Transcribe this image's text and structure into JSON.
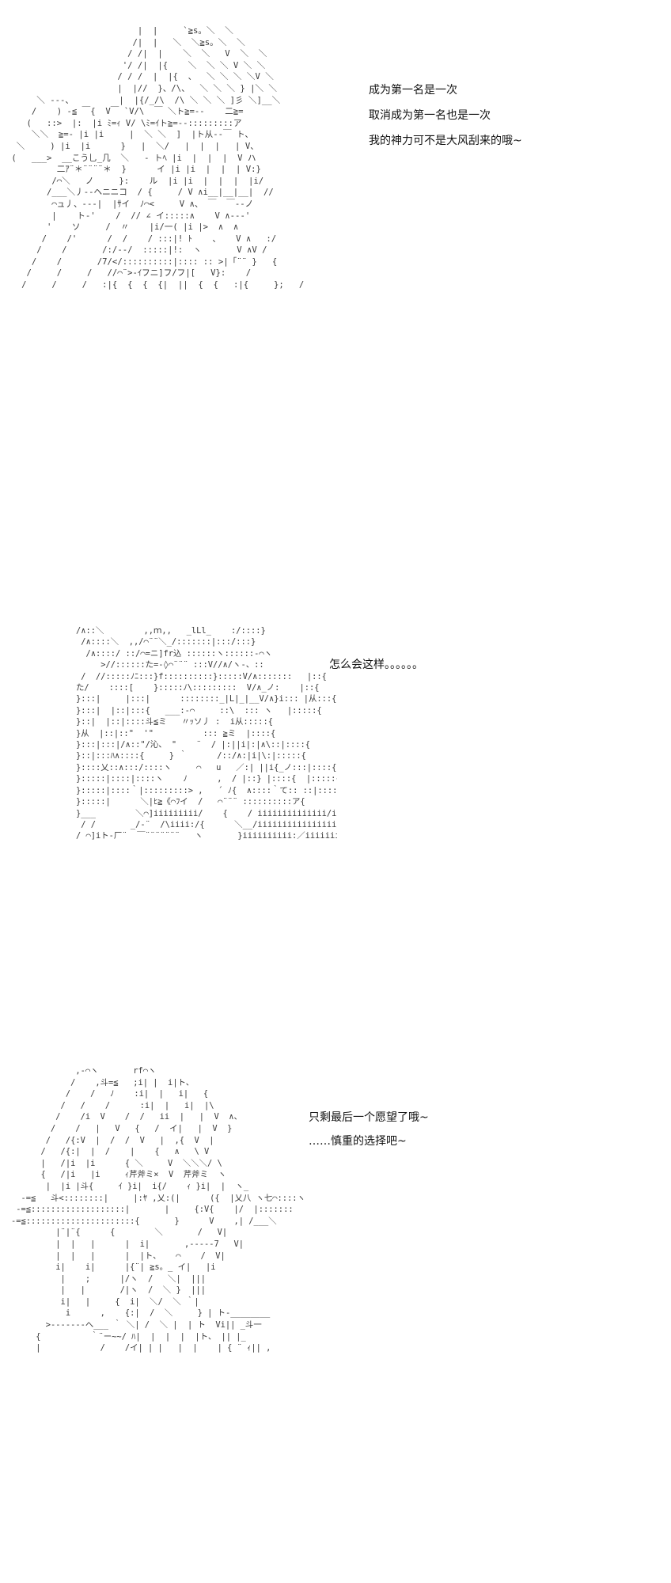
{
  "panels": [
    {
      "art": [
        "                          |  |     `≧s。＼  ＼",
        "                         /|  |   ＼  ＼≧s。＼  ＼",
        "                        / /|  |    ＼  ＼   V  ＼  ＼",
        "                       '/ /|  |{    ＼  ＼ ＼ V ＼ ＼",
        "                      / / /  |  |{  、  ＼ ＼ ＼ ＼V ＼",
        "                      |  |//  }、/\\、  ＼ ＼ ＼ } |＼ ＼",
        "      ＼ ---、         |  |{/_/\\  /\\ ＼ ＼ ＼ ]彡 ＼]__＼",
        "     /    ) -≦ ￣{  V￣ `V/\\  ￣ ＼ト≧=--    二≧=",
        "    (   ::>  |:  |i ﾐ=ｨ V/ \\ﾐ=ｲト≧=--:::::::::ア",
        "     ＼＼  ≧=- |i |i     |  ＼ ＼  ]  |ト从--￣ ト、",
        "  ＼     ) |i  |i      }   |  ＼/   |  |  |   | V、",
        " (   ___>  __こう乚_几  ＼   - トﾍ |i  |  |  |  V ハ",
        "          二ｱ¨＊¨¨¨¨＊  }      イ |i |i  |  |  | V:}",
        "         /⌒＼   ノ     }:    ル  |i |i  |  |  |  |i/",
        "        /___＼丿--ヘニニコ  / {     / V ∧i__|__|__|  //",
        "         ⌒ュ丿、---|  |ｻイ  ﾉ⌒<     V ∧、 ￣  ￣--ノ",
        "         |    ト-'    /  // ∠ イ:::::∧    V ∧---'",
        "        '    ソ     /  〃    |i/一( |i |>  ∧  ∧",
        "       /    /'      /  /    / :::|! ﾄ    、   V ∧   :/",
        "      /    /       /:/--/  :::::|!:  ヽ       V ∧V /",
        "     /    /       /7/</::::::::::|:::: :: >|「¨¨ }   {",
        "    /     /     /   //⌒¨>-ｲフニ]フ/フ|[   V}:    /",
        "   /     /     /   :|{  {  {  {|  ||  {  {   :|{     };   /"
      ],
      "lines": [
        "成为第一名是一次",
        "取消成为第一名也是一次",
        "我的神力可不是大风刮来的哦~"
      ]
    },
    {
      "art": [
        "/∧::＼        ,,ｍ,,   _lLl_    :/::::}",
        " /∧::::＼  ,,/⌒¨¨＼_/:::::::|:::/:::}",
        "  /∧::::/ ::/⌒=ニ]fr込 ::::::ヽ::::::-⌒ヽ",
        "     >//::::::た=-◊⌒¨¨¨ :::V//∧/ヽ-、::",
        " /  //:::::ﾉﾆ:::}f::::::::::}:::::V/∧:::::::   |::{",
        "た/    ::::[    }:::::ﾉ\\:::::::::  V/∧_ノ:    |::{",
        "}:::|     |:::|      ::::::::_|L|_|__V/∧}i::: |从:::{",
        "}:::|  |::|:::{   ___:-⌒     ::\\  ::: ヽ   |:::::{",
        "}::|  |::|::::斗≦ミ   〃ｯソ丿 :  i从:::::{",
        "}从  |::|::\"  '\"          ::: ≧ミ  |::::{",
        "}:::|:::|/∧::\"/沁、 \"    ¨  / |:||i|:|∧\\::|::::{",
        "}::|:::ﾊ∧::::{     } ｀      /::/∧:|i|\\:|:::::{",
        "}::::乂::∧:::/::::ヽ     ⌒   u   ／:| ||i{_ノ:::|::::{",
        "}:::::|::::|::::ヽ    ﾉ      ,  / |::} |::::{  |:::::{",
        "}:::::|::::｀|:::::::::> ,   ´ ﾉ{  ∧::::｀て:: ::|::::{",
        "}:::::|      ＼|ﾋ≧《⌒ﾌイ  /   ⌒¨¨¨ ::::::::::ア{",
        "}___        ＼⌒]iiiiiiiii/    {    / iiiiiiiiiiiiii/ii",
        " / /       _/-¨  /\\iiii:/{      ＼__/iiiiiiiiiiiiiiii/iiiii",
        "/ ⌒]iト-厂¨  ￣¨¨¨¨¨¨¨   ヽ       }iiiiiiiiii:／iiiiiii/"
      ],
      "lines": [
        "怎么会这样。。。。。。"
      ]
    },
    {
      "art": [
        "             ,-⌒ヽ       rf⌒ヽ",
        "            /    ,斗=≦   ;i| |  i|ト、",
        "           /    /   ﾉ    :i|  |   i|   {",
        "          /   /    /      :i|  |   i|  |\\",
        "         /    /i  V    /  /   ii  |   |  V  ∧、",
        "        /    /   |   V   {   /  イ|   |  V  }",
        "       /   /{:V  |  /  /  V   |  ,{  V  |",
        "      /   /{:|  |  /    |    {   ∧   \\ V",
        "      |   /|i  |i      { ＼     V  ＼＼＼/ \\",
        "      {   /|i   |i     ｨ芹斧ミ×  V  芹斧ミ  ヽ",
        "       |  |i |斗{     ｲ }i|  i{/    ｨ }i|  |  ヽ_",
        "  -=≦   斗<::::::::|     |:ﾔ ,乂:(|      ({  |乂八 ヽ七⌒::::ヽ",
        " -=≦:::::::::::::::::::|       |     {:V{    |/  |:::::::",
        "-=≦::::::::::::::::::::::{       }      V    ,| /___＼",
        "         |¨|¨{      {        ＼       /   V|",
        "         |  |   |      |  i|       ,-----7   V|",
        "         |  |   |      |  |ト、   ⌒    /  V|",
        "         i|    i|      |{¨| ≧s。_ イ|   |i",
        "          |    ;      |/ヽ  /   ＼|  |||",
        "          |   |       /|ヽ  /  ＼ }  |||",
        "          i|   |     {  i|  ＼/  ＼ ｀|",
        "           i      ,    {:|  /  ＼     } | ト-________",
        "       >-------へ___ ｀ ＼| /  ＼ |  | ト  Vi|| _斗一",
        "     {          ｀¨ー~~/ ﾊ|  |  |  |  |ト、 || |_",
        "     |            /    /イ| | |   |  |    | { ¨ ｨ|| ,"
      ],
      "lines": [
        "只剩最后一个愿望了哦~",
        "……慎重的选择吧~"
      ]
    }
  ]
}
